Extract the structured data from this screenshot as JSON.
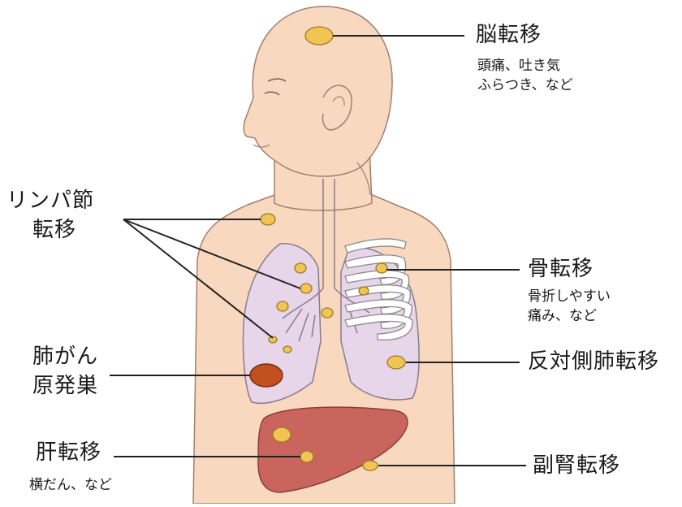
{
  "labels": {
    "brain_title": "脳転移",
    "brain_desc_1": "頭痛、吐き気",
    "brain_desc_2": "ふらつき、など",
    "lymph_1": "リンパ節",
    "lymph_2": "転移",
    "bone_title": "骨転移",
    "bone_desc_1": "骨折しやすい",
    "bone_desc_2": "痛み、など",
    "primary_1": "肺がん",
    "primary_2": "原発巣",
    "contra_title": "反対側肺転移",
    "liver_title": "肝転移",
    "liver_desc": "横だん、など",
    "adrenal_title": "副腎転移"
  },
  "colors": {
    "skin": "#f8d8bf",
    "skin_outline": "#a08070",
    "lung": "#e7d6ea",
    "lung_outline": "#8a7a8c",
    "liver": "#c9655d",
    "tumor": "#f2c452",
    "tumor_outline": "#9a7a2a",
    "primary_tumor": "#c1501e",
    "line": "#222222"
  }
}
